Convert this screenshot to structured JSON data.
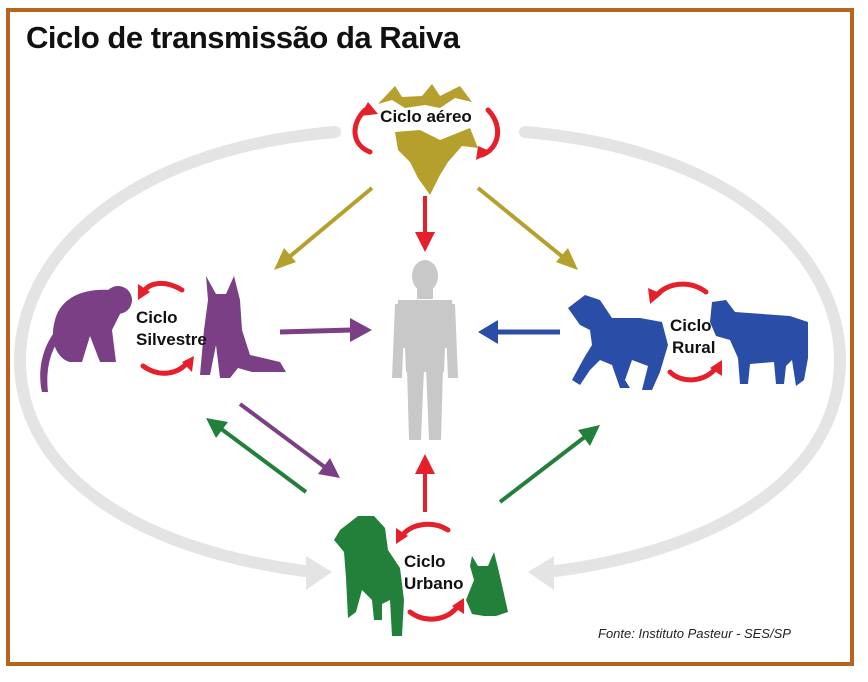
{
  "title": "Ciclo de transmissão da Raiva",
  "source": "Fonte: Instituto Pasteur - SES/SP",
  "cycles": {
    "aereo": {
      "line1": "Ciclo aéreo"
    },
    "silvestre": {
      "line1": "Ciclo",
      "line2": "Silvestre"
    },
    "rural": {
      "line1": "Ciclo",
      "line2": "Rural"
    },
    "urbano": {
      "line1": "Ciclo",
      "line2": "Urbano"
    }
  },
  "colors": {
    "frame": "#b5651d",
    "aereo": "#b5a02e",
    "silvestre": "#7a3f84",
    "rural": "#2a4ea8",
    "urbano": "#22803a",
    "human": "#c8c8c8",
    "red": "#e5202a",
    "ring": "#e4e4e4"
  },
  "icons": {
    "bat": "bat-icon",
    "monkey": "monkey-icon",
    "fox": "fox-icon",
    "horse": "horse-icon",
    "cow": "cow-icon",
    "dog": "dog-icon",
    "cat": "cat-icon",
    "human": "human-icon"
  }
}
